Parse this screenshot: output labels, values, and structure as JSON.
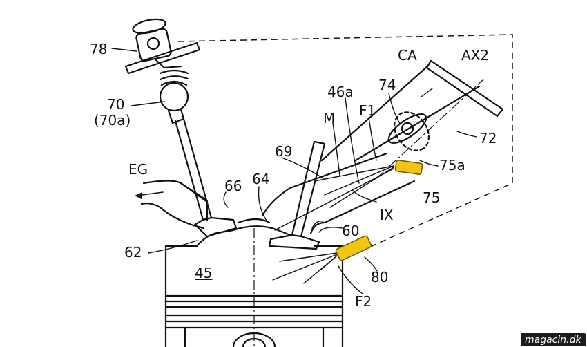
{
  "labels": {
    "l78": "78",
    "l70": "70",
    "l70a": "(70a)",
    "lEG": "EG",
    "l66": "66",
    "l64": "64",
    "l62": "62",
    "l45": "45",
    "l69": "69",
    "lM": "M",
    "l46a": "46a",
    "lF1": "F1",
    "l74": "74",
    "lCA": "CA",
    "lAX2": "AX2",
    "l72": "72",
    "l75a": "75a",
    "l75": "75",
    "lIX": "IX",
    "l60": "60",
    "l80": "80",
    "lF2": "F2"
  },
  "watermark": "magacin.dk",
  "colors": {
    "line": "#111111",
    "sensor_fill": "#f2c515",
    "sensor_stroke": "#6b5500",
    "watermark_bg": "#1c1c1c",
    "watermark_text": "#ffffff"
  }
}
